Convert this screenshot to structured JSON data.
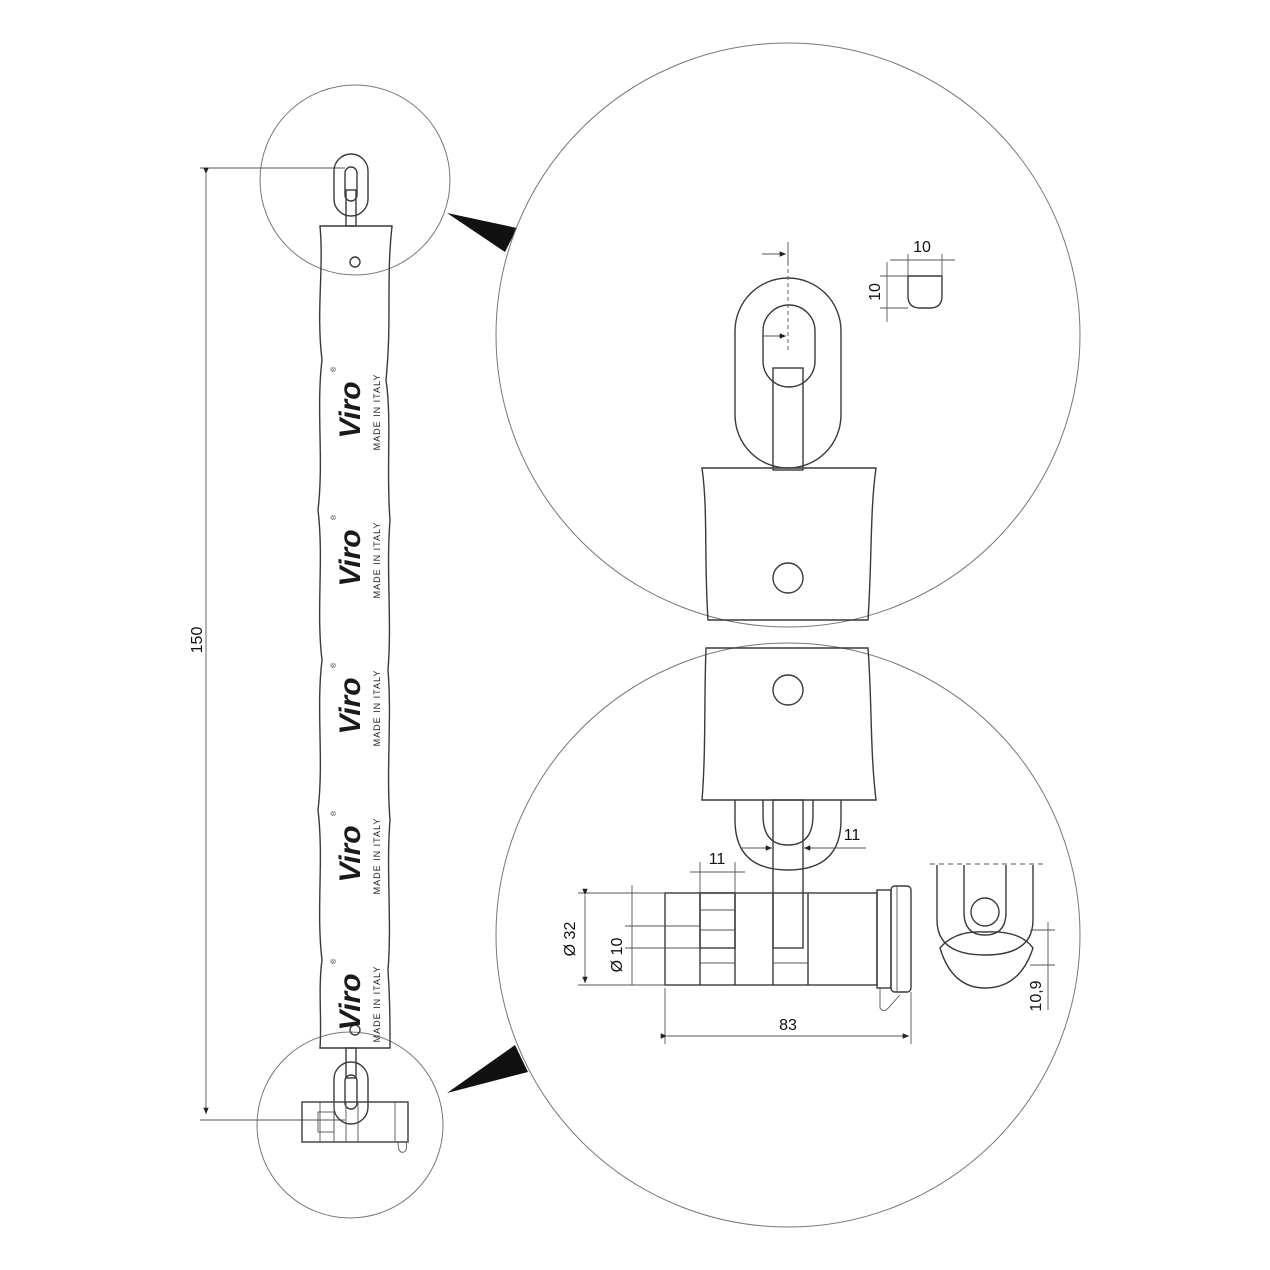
{
  "brand": {
    "logo": "Viro",
    "registered": "®",
    "tagline": "MADE IN ITALY",
    "repeat_count": 5
  },
  "dimensions": {
    "overall_length": "150",
    "link_profile_width": "10",
    "link_profile_height": "10",
    "padlock_gap_upper": "11",
    "padlock_gap_lower": "11",
    "padlock_diameter": "Ø 32",
    "shackle_diameter": "Ø 10",
    "padlock_length": "83",
    "shackle_section": "10,9"
  },
  "colors": {
    "line": "#3a3a3a",
    "hatch": "#b5b5b5",
    "accent_dark": "#111111"
  }
}
